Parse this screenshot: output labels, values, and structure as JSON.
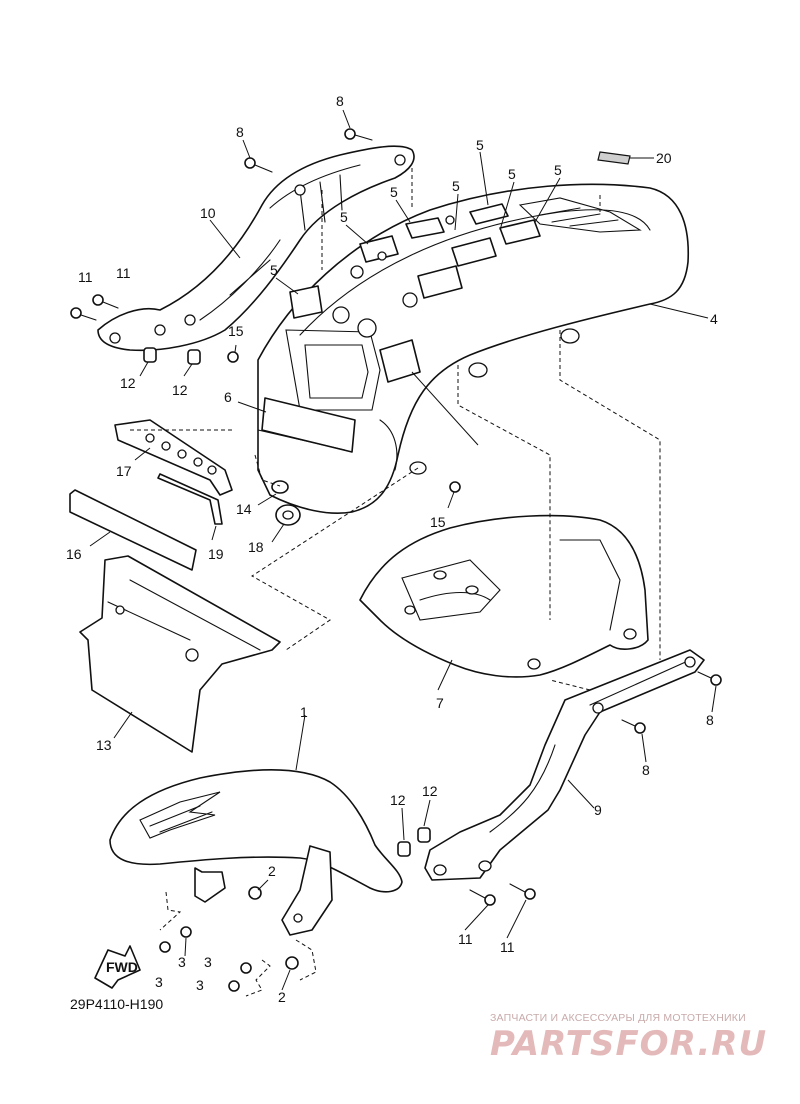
{
  "diagram": {
    "callouts": [
      {
        "id": "c8a",
        "text": "8"
      },
      {
        "id": "c8b",
        "text": "8"
      },
      {
        "id": "c5a",
        "text": "5"
      },
      {
        "id": "c5b",
        "text": "5"
      },
      {
        "id": "c5c",
        "text": "5"
      },
      {
        "id": "c5d",
        "text": "5"
      },
      {
        "id": "c5e",
        "text": "5"
      },
      {
        "id": "c5f",
        "text": "5"
      },
      {
        "id": "c5g",
        "text": "5"
      },
      {
        "id": "c20",
        "text": "20"
      },
      {
        "id": "c10",
        "text": "10"
      },
      {
        "id": "c11a",
        "text": "11"
      },
      {
        "id": "c11b",
        "text": "11"
      },
      {
        "id": "c4",
        "text": "4"
      },
      {
        "id": "c15a",
        "text": "15"
      },
      {
        "id": "c12a",
        "text": "12"
      },
      {
        "id": "c12b",
        "text": "12"
      },
      {
        "id": "c6",
        "text": "6"
      },
      {
        "id": "c17",
        "text": "17"
      },
      {
        "id": "c14",
        "text": "14"
      },
      {
        "id": "c15b",
        "text": "15"
      },
      {
        "id": "c18",
        "text": "18"
      },
      {
        "id": "c19",
        "text": "19"
      },
      {
        "id": "c16",
        "text": "16"
      },
      {
        "id": "c7",
        "text": "7"
      },
      {
        "id": "c8c",
        "text": "8"
      },
      {
        "id": "c8d",
        "text": "8"
      },
      {
        "id": "c13",
        "text": "13"
      },
      {
        "id": "c1",
        "text": "1"
      },
      {
        "id": "c9",
        "text": "9"
      },
      {
        "id": "c12c",
        "text": "12"
      },
      {
        "id": "c12d",
        "text": "12"
      },
      {
        "id": "c2a",
        "text": "2"
      },
      {
        "id": "c3a",
        "text": "3"
      },
      {
        "id": "c3b",
        "text": "3"
      },
      {
        "id": "c3c",
        "text": "3"
      },
      {
        "id": "c3d",
        "text": "3"
      },
      {
        "id": "c2b",
        "text": "2"
      },
      {
        "id": "c11c",
        "text": "11"
      },
      {
        "id": "c11d",
        "text": "11"
      }
    ],
    "fwd_label": "FWD",
    "drawing_code": "29P4110-H190"
  },
  "watermark": {
    "subtitle": "ЗАПЧАСТИ И АКСЕССУАРЫ ДЛЯ МОТОТЕХНИКИ",
    "logo": "PARTSFOR.RU"
  }
}
